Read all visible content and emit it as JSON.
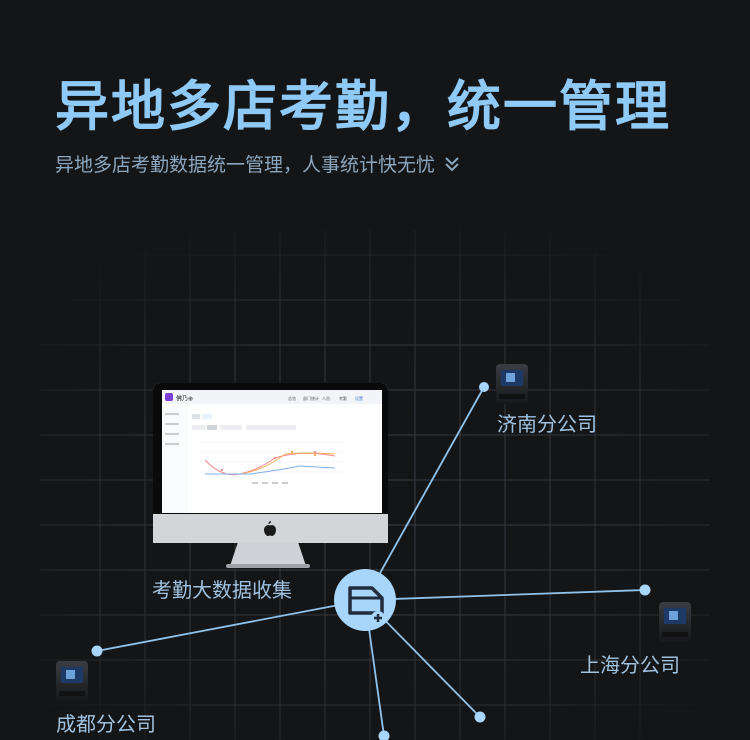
{
  "header": {
    "title": "异地多店考勤，统一管理",
    "subtitle": "异地多店考勤数据统一管理，人事统计快无忧"
  },
  "icons": [
    "chevron-double-down-icon",
    "hub-icon",
    "attendance-terminal-icon",
    "apple-logo-icon"
  ],
  "nodes": {
    "hub_label": "考勤大数据收集",
    "jinan": "济南分公司",
    "shanghai": "上海分公司",
    "chengdu": "成都分公司"
  },
  "screen": {
    "logo": "佛乃⊕",
    "nav": [
      "总览",
      "部门统计",
      "人员",
      "考勤",
      "设置"
    ]
  },
  "colors": {
    "background": "#141517",
    "title": "#8fcaf6",
    "subtitle": "#8ba7bf",
    "line": "#8fc3ec",
    "hub": "#a8d5fa",
    "label": "#9fc2e0"
  }
}
